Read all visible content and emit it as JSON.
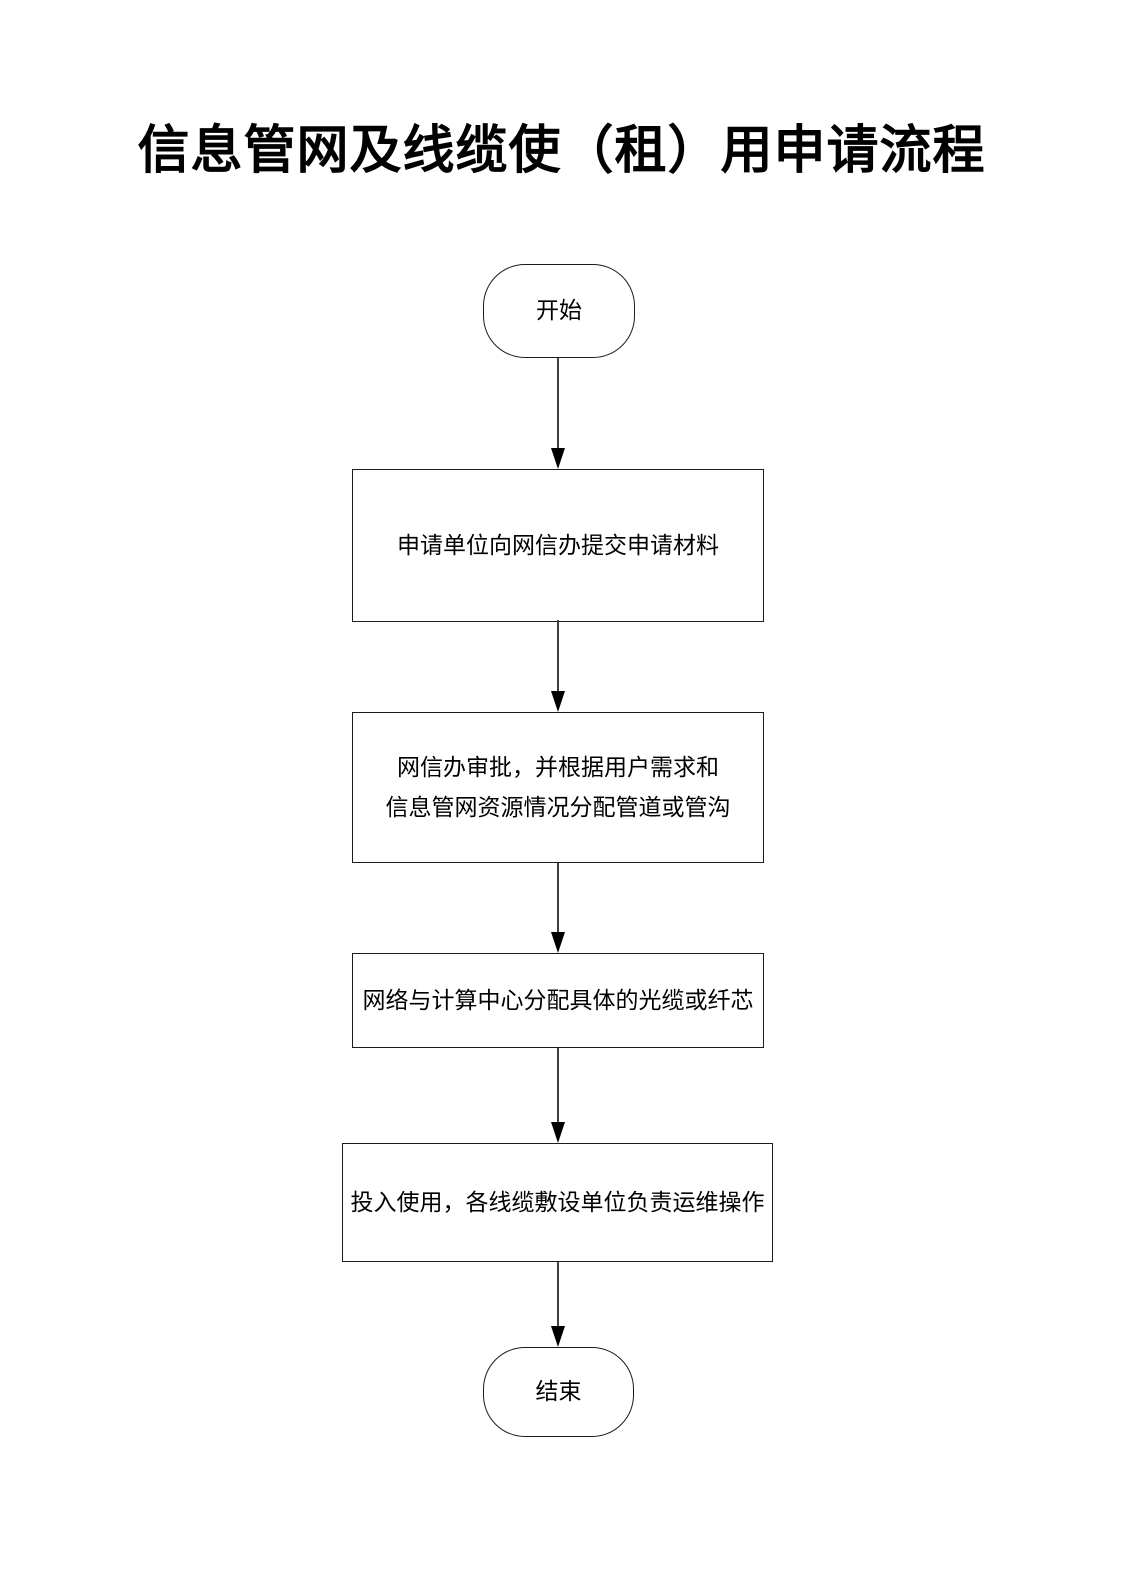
{
  "page": {
    "title": "信息管网及线缆使（租）用申请流程"
  },
  "flowchart": {
    "nodes": [
      {
        "id": "start",
        "type": "terminal",
        "label": "开始"
      },
      {
        "id": "submit",
        "type": "process",
        "label": "申请单位向网信办提交申请材料"
      },
      {
        "id": "approve",
        "type": "process",
        "label": "网信办审批，并根据用户需求和\n信息管网资源情况分配管道或管沟"
      },
      {
        "id": "allocate",
        "type": "process",
        "label": "网络与计算中心分配具体的光缆或纤芯"
      },
      {
        "id": "operate",
        "type": "process",
        "label": "投入使用，各线缆敷设单位负责运维操作"
      },
      {
        "id": "end",
        "type": "terminal",
        "label": "结束"
      }
    ],
    "edges": [
      {
        "from": "start",
        "to": "submit"
      },
      {
        "from": "submit",
        "to": "approve"
      },
      {
        "from": "approve",
        "to": "allocate"
      },
      {
        "from": "allocate",
        "to": "operate"
      },
      {
        "from": "operate",
        "to": "end"
      }
    ]
  },
  "colors": {
    "background": "#ffffff",
    "text": "#000000",
    "shape_border": "#1c1c1c",
    "connector": "#3f3f3f"
  }
}
